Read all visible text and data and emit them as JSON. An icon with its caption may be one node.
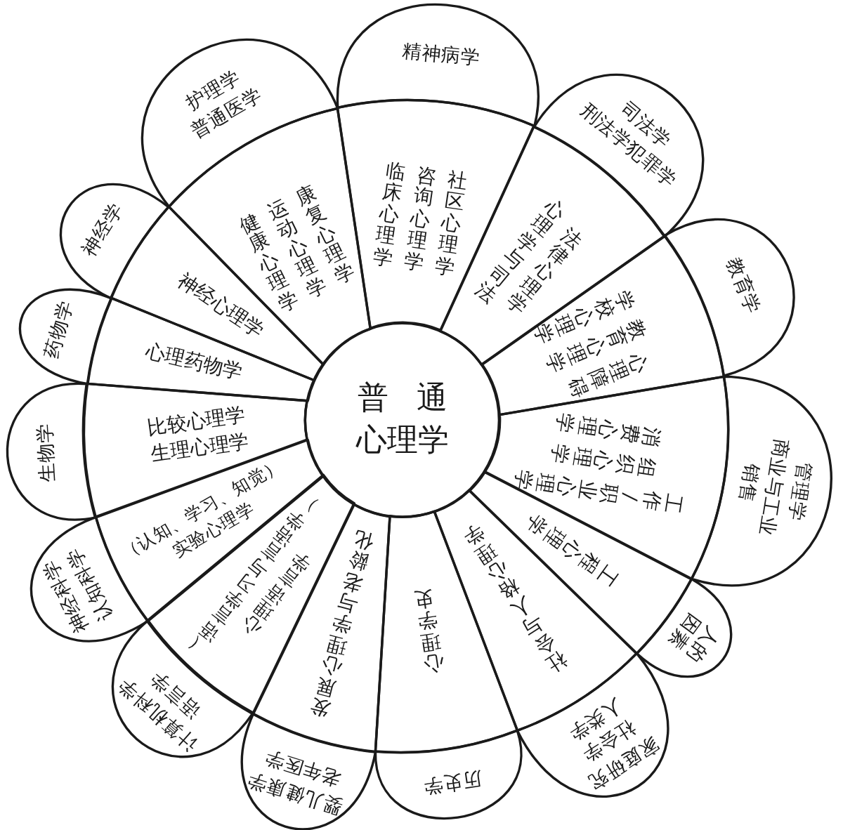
{
  "diagram": {
    "nodes": [
      {
        "text": [
          "普通心理学"
        ]
      },
      {
        "text": [
          "临床心理学",
          "咨询心理学",
          "社区心理学"
        ]
      },
      {
        "text": [
          "心理学与司法",
          "法律心理学"
        ]
      },
      {
        "text": [
          "学校心理学",
          "教育心理学",
          "心理障碍"
        ]
      },
      {
        "text": [
          "消费心理学",
          "组织心理学",
          "工作/职业心理学"
        ]
      },
      {
        "text": [
          "工程心理学"
        ]
      },
      {
        "text": [
          "社会与人格心理学"
        ]
      },
      {
        "text": [
          "心理学史"
        ]
      },
      {
        "text": [
          "发展心理学与老龄化"
        ]
      },
      {
        "text": [
          "心理语言学",
          "（语言学习与言语学）"
        ]
      },
      {
        "text": [
          "（认知、学习、知觉）",
          "实验心理学"
        ]
      },
      {
        "text": [
          "比较心理学",
          "生理心理学"
        ]
      },
      {
        "text": [
          "心理药物学"
        ]
      },
      {
        "text": [
          "神经心理学"
        ]
      },
      {
        "text": [
          "健康心理学",
          "运动心理学",
          "康复心理学"
        ]
      },
      {
        "text": [
          "精神病学"
        ]
      },
      {
        "text": [
          "司法学",
          "刑法学犯罪学"
        ]
      },
      {
        "text": [
          "教育学"
        ]
      },
      {
        "text": [
          "管理学",
          "商业与工业",
          "销售"
        ]
      },
      {
        "text": [
          "人的因素"
        ]
      },
      {
        "text": [
          "家庭研究",
          "社会学",
          "人类学"
        ]
      },
      {
        "text": [
          "历史学"
        ]
      },
      {
        "text": [
          "婴儿健康学",
          "老年医学"
        ]
      },
      {
        "text": [
          "计算机科学",
          "语言学"
        ]
      },
      {
        "text": [
          "神经科学",
          "认知科学"
        ]
      },
      {
        "text": [
          "生物学"
        ]
      },
      {
        "text": [
          "药物学"
        ]
      },
      {
        "text": [
          "神经学"
        ]
      },
      {
        "text": [
          "护理学",
          "普通医学"
        ]
      }
    ]
  }
}
